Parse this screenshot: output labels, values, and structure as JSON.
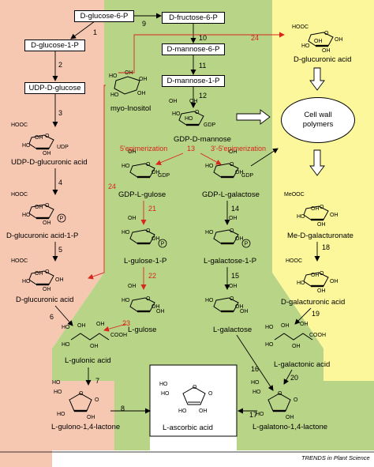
{
  "colors": {
    "pink_region": "#f6c8b2",
    "green_region": "#b8d486",
    "yellow_region": "#fbf79a",
    "red_arrow": "#d7261b"
  },
  "boxes": {
    "d_glucose_6_p": "D-glucose-6-P",
    "d_fructose_6_p": "D-fructose-6-P",
    "d_glucose_1_p": "D-glucose-1-P",
    "d_mannose_6_p": "D-mannose-6-P",
    "udp_d_glucose": "UDP-D-glucose",
    "d_mannose_1_p": "D-mannose-1-P"
  },
  "compounds": {
    "myo_inositol": "myo-Inositol",
    "d_glucuronic_acid_top": "D-glucuronic acid",
    "gdp_d_mannose": "GDP-D-mannose",
    "udp_d_glucuronic_acid": "UDP-D-glucuronic acid",
    "gdp_l_gulose": "GDP-L-gulose",
    "gdp_l_galactose": "GDP-L-galactose",
    "me_d_galacturonate": "Me-D-galacturonate",
    "d_glucuronic_acid_1_p": "D-glucuronic acid-1-P",
    "l_gulose_1_p": "L-gulose-1-P",
    "l_galactose_1_p": "L-galactose-1-P",
    "d_galacturonic_acid": "D-galacturonic acid",
    "d_glucuronic_acid_left": "D-glucuronic acid",
    "l_gulose": "L-gulose",
    "l_galactose": "L-galactose",
    "l_gulonic_acid": "L-gulonic acid",
    "l_galactonic_acid": "L-galactonic acid",
    "l_gulono_lactone": "L-gulono-1,4-lactone",
    "l_galatono_lactone": "L-galatono-1,4-lactone",
    "l_ascorbic_acid": "L-ascorbic acid"
  },
  "cell_wall": "Cell wall polymers",
  "annotations": {
    "epimerization_5": "5'epimerization",
    "epimerization_35": "3'-5'epimerization"
  },
  "groups": {
    "hooc": "HOOC",
    "meooc": "MeOOC",
    "cooh": "COOH",
    "oh": "OH",
    "ho": "HO",
    "o": "O",
    "udp": "UDP",
    "gdp": "GDP",
    "p": "P"
  },
  "steps": [
    "1",
    "2",
    "3",
    "4",
    "5",
    "6",
    "7",
    "8",
    "9",
    "10",
    "11",
    "12",
    "13",
    "14",
    "15",
    "16",
    "17",
    "18",
    "19",
    "20",
    "21",
    "22",
    "23",
    "24"
  ],
  "footer": "TRENDS in Plant Science"
}
